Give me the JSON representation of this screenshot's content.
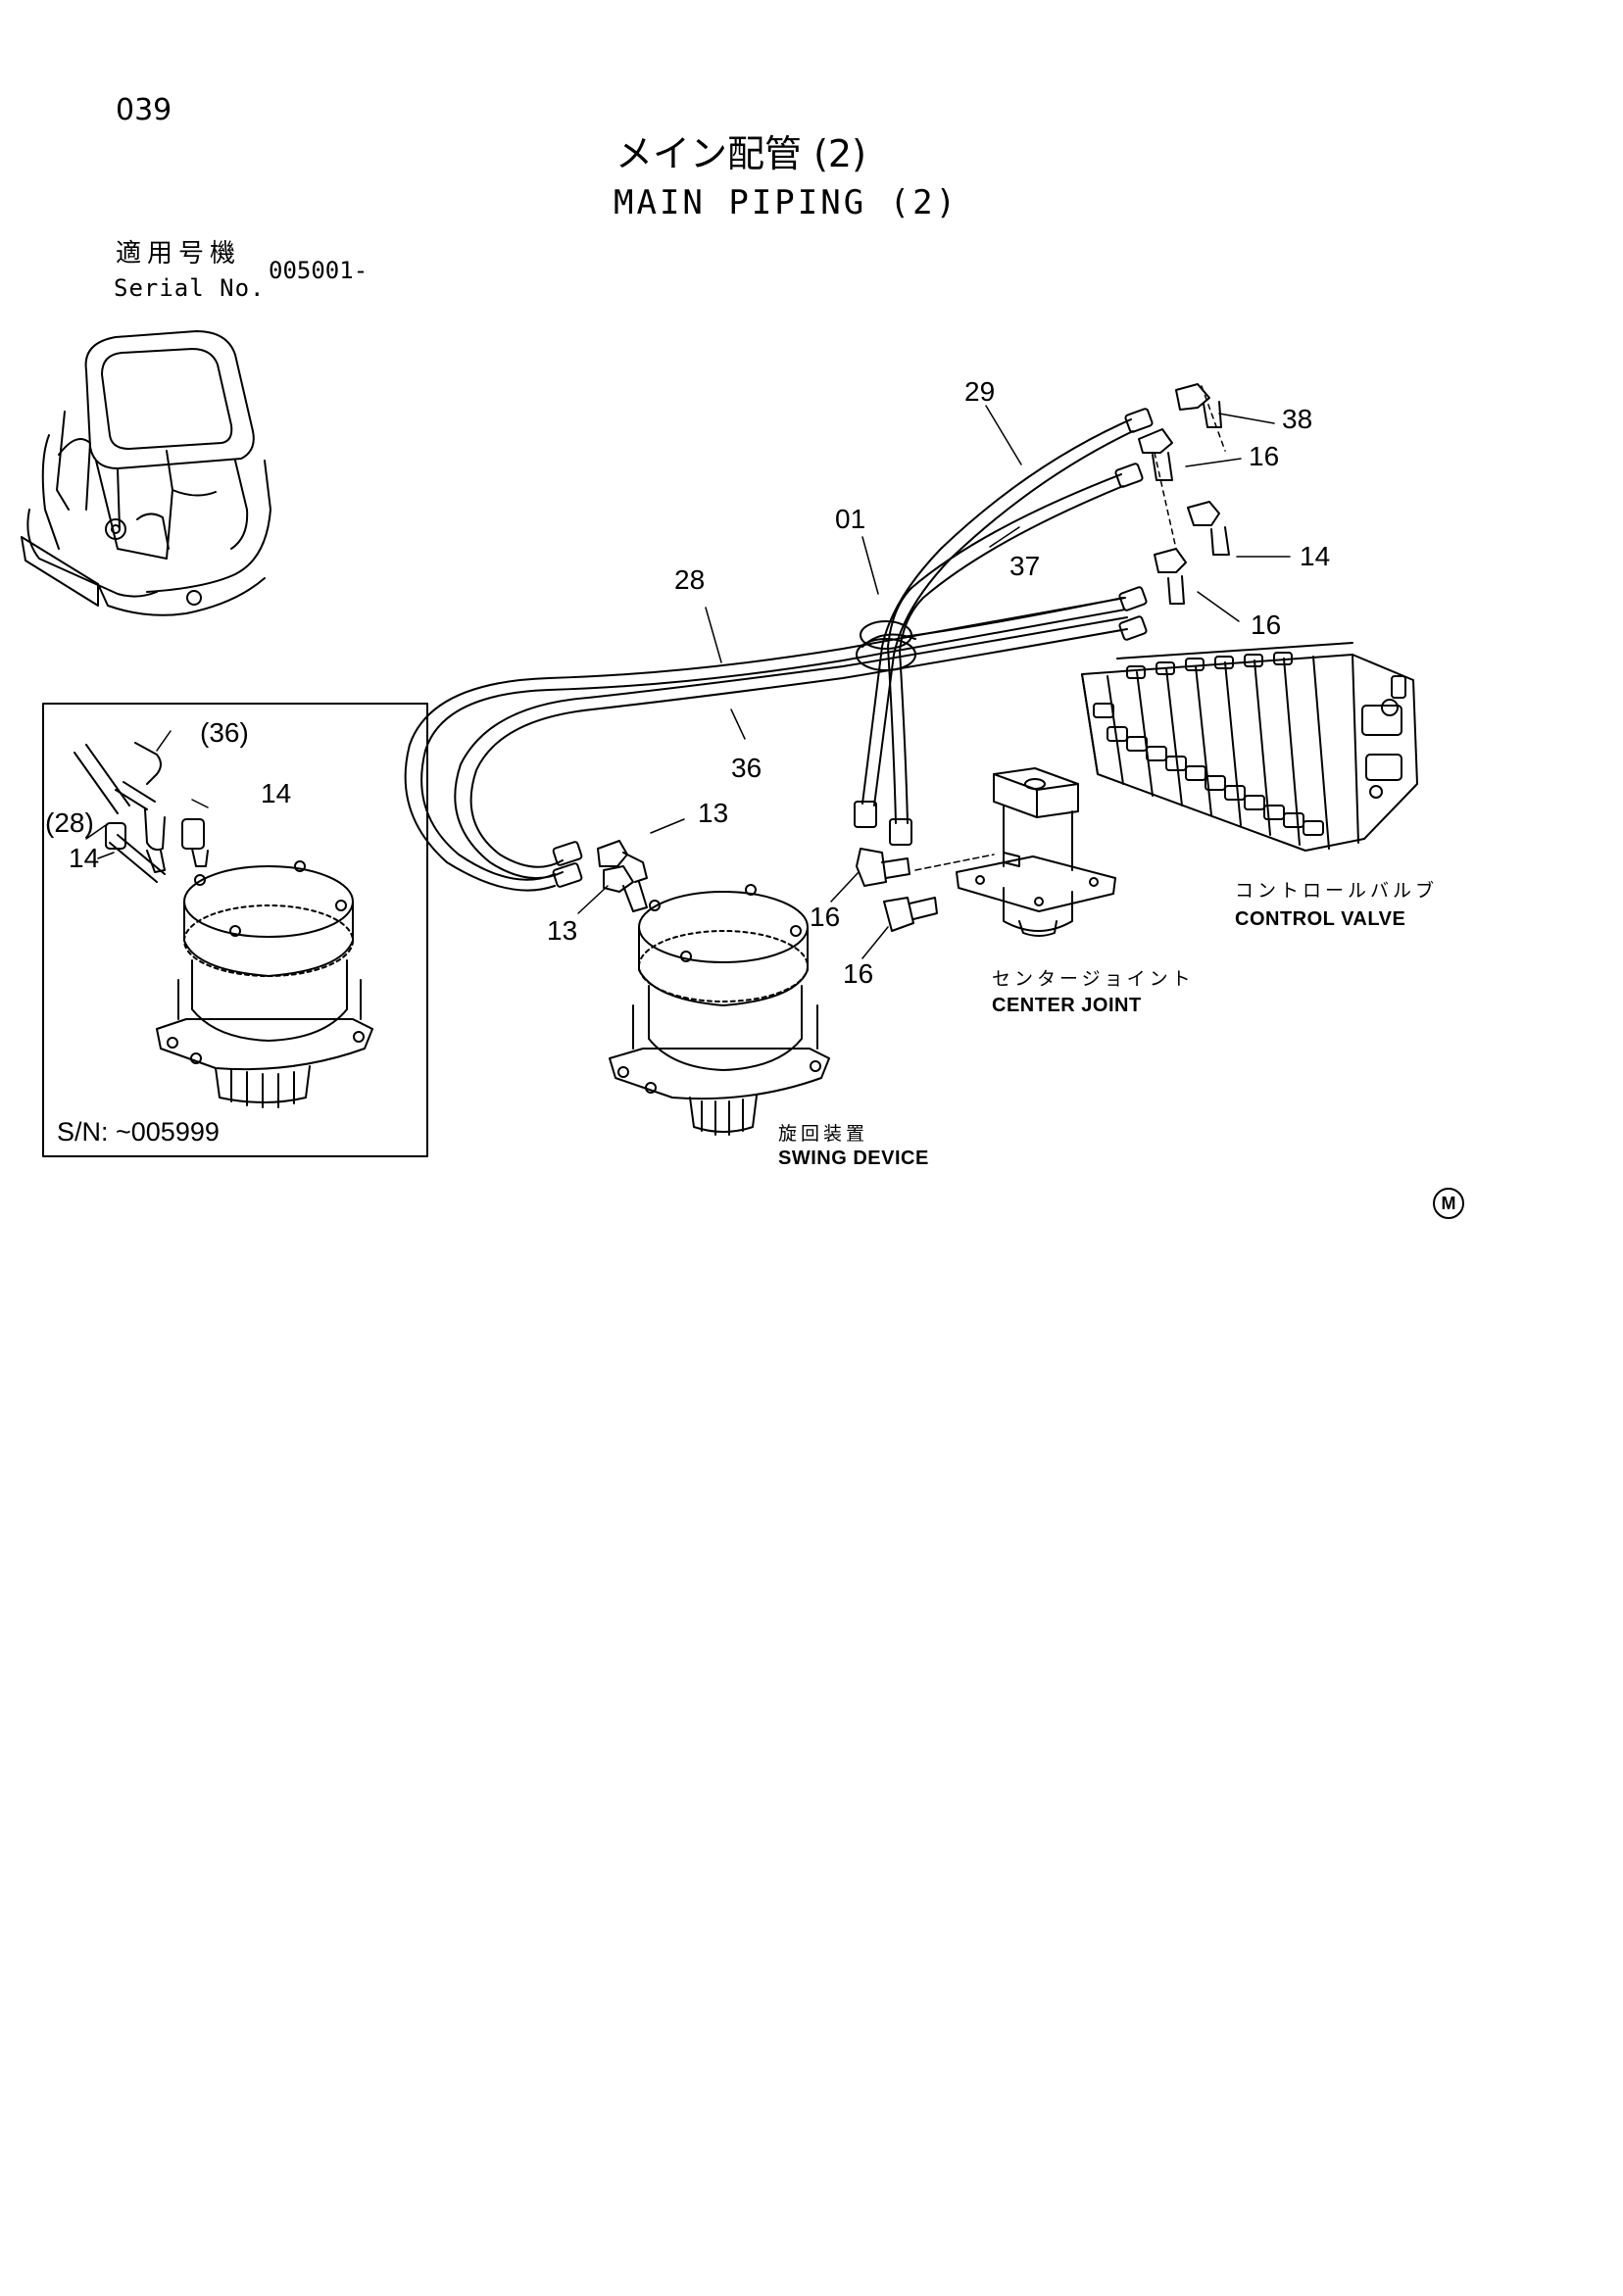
{
  "page_number": "039",
  "title": {
    "japanese": "メイン配管 (2)",
    "english": "MAIN PIPING (2)"
  },
  "serial": {
    "label_jp": "適用号機",
    "label_en": "Serial No.",
    "value": "005001-"
  },
  "inset": {
    "serial_range": "S/N: ~005999",
    "callouts": [
      "(36)",
      "14",
      "(28)",
      "14"
    ]
  },
  "callouts": {
    "c29": "29",
    "c38": "38",
    "c16a": "16",
    "c01": "01",
    "c37": "37",
    "c14": "14",
    "c28": "28",
    "c16b": "16",
    "c36": "36",
    "c13a": "13",
    "c13b": "13",
    "c16c": "16",
    "c16d": "16"
  },
  "components": {
    "control_valve_jp": "コントロールバルブ",
    "control_valve_en": "CONTROL VALVE",
    "center_joint_jp": "センタージョイント",
    "center_joint_en": "CENTER JOINT",
    "swing_device_jp": "旋回装置",
    "swing_device_en": "SWING DEVICE"
  },
  "mark": "M"
}
